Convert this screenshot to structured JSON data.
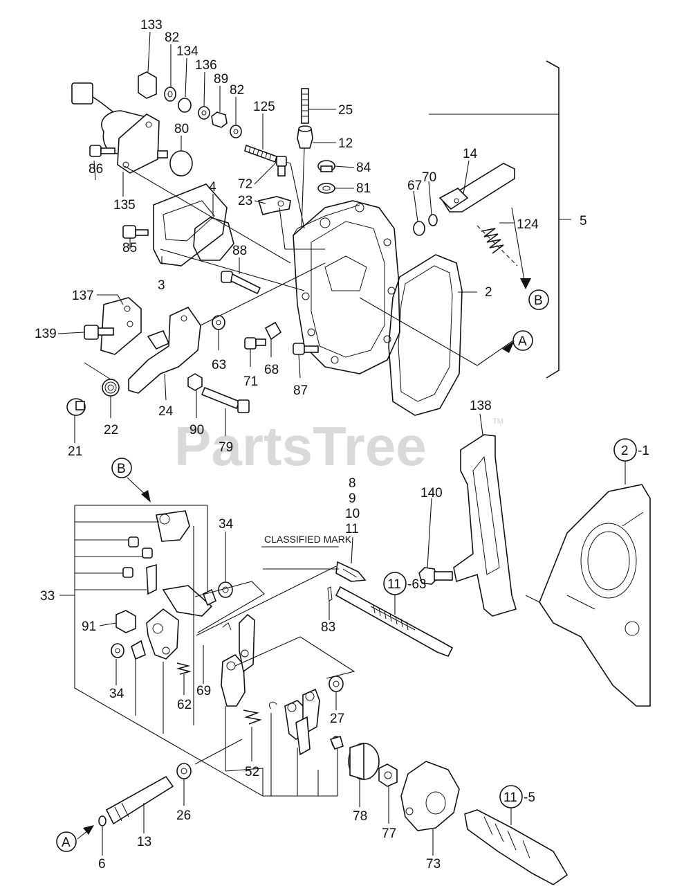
{
  "watermark": "PartsTree",
  "trademark": "TM",
  "annotation": "CLASSIFIED MARK",
  "callouts": {
    "A": "A",
    "B": "B",
    "ref_2_1_num": "2",
    "ref_2_1_suffix": "-1",
    "ref_11_63_num": "11",
    "ref_11_63_suffix": "-63",
    "ref_11_5_num": "11",
    "ref_11_5_suffix": "-5"
  },
  "parts": {
    "p133": "133",
    "p82a": "82",
    "p134": "134",
    "p136": "136",
    "p89": "89",
    "p82b": "82",
    "p125": "125",
    "p25": "25",
    "p12": "12",
    "p84": "84",
    "p81": "81",
    "p14": "14",
    "p80": "80",
    "p86": "86",
    "p135": "135",
    "p4": "4",
    "p72": "72",
    "p23": "23",
    "p67": "67",
    "p70": "70",
    "p124": "124",
    "p5": "5",
    "p85": "85",
    "p88": "88",
    "p3": "3",
    "p2": "2",
    "p137": "137",
    "p139": "139",
    "p63": "63",
    "p68": "68",
    "p71": "71",
    "p87": "87",
    "p24": "24",
    "p22": "22",
    "p21": "21",
    "p90": "90",
    "p79": "79",
    "p138": "138",
    "p140": "140",
    "p34a": "34",
    "p8": "8",
    "p9": "9",
    "p10": "10",
    "p11": "11",
    "p33": "33",
    "p91": "91",
    "p83": "83",
    "p34b": "34",
    "p62": "62",
    "p69": "69",
    "p27": "27",
    "p52": "52",
    "p78": "78",
    "p26": "26",
    "p77": "77",
    "p13": "13",
    "p6": "6",
    "p73": "73"
  }
}
